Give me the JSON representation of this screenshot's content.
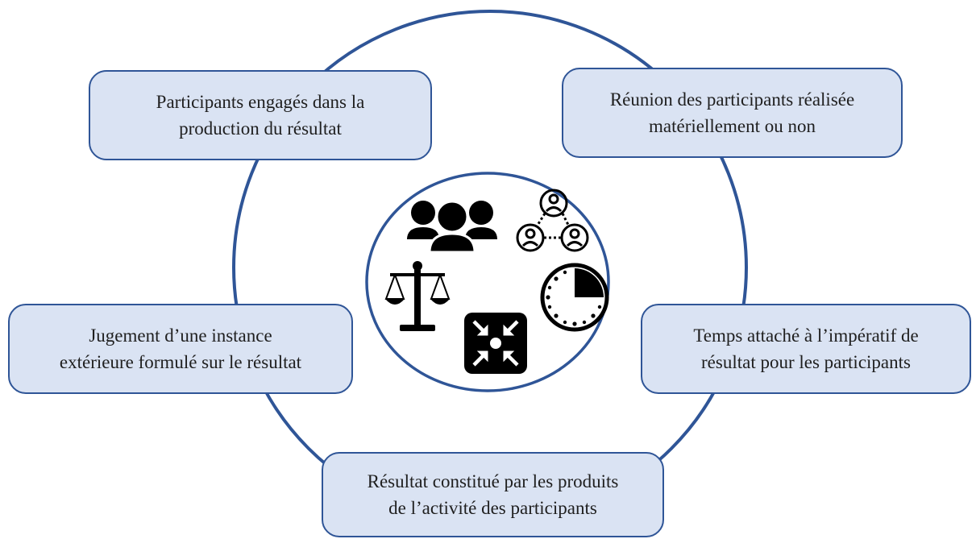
{
  "colors": {
    "outline": "#2f5597",
    "box_fill": "#dae3f3",
    "icon": "#000000",
    "background": "#ffffff"
  },
  "boxes": {
    "participants": "Participants engagés dans la\nproduction du résultat",
    "reunion": "Réunion des participants réalisée\nmatériellement ou non",
    "jugement": "Jugement d’une instance\nextérieure formulé sur le résultat",
    "temps": "Temps attaché à l’impératif de\nrésultat pour les participants",
    "resultat": "Résultat constitué par les produits\nde l’activité des participants"
  },
  "icons": [
    "group-icon",
    "network-people-icon",
    "scales-icon",
    "arrows-converge-icon",
    "timer-icon"
  ]
}
